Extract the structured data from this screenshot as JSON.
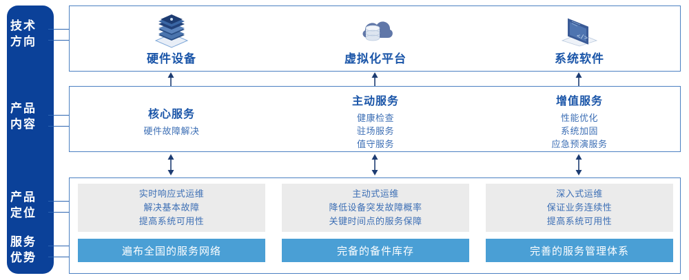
{
  "sidebar": {
    "bg_color": "#0b4199",
    "items": [
      {
        "name": "tech-direction",
        "line1": "技术",
        "line2": "方向"
      },
      {
        "name": "product-content",
        "line1": "产品",
        "line2": "内容"
      },
      {
        "name": "product-position",
        "line1": "产品",
        "line2": "定位"
      },
      {
        "name": "service-advantage",
        "line1": "服务",
        "line2": "优势"
      }
    ]
  },
  "colors": {
    "brand_blue": "#0b4199",
    "panel_border": "#4a7fc1",
    "title_blue": "#1a55a8",
    "text_blue": "#3d6fb5",
    "bar_blue": "#4a9fd5",
    "gray_box": "#ebebeb"
  },
  "tech_directions": {
    "columns": [
      {
        "icon": "server-stack-icon",
        "label": "硬件设备"
      },
      {
        "icon": "cloud-database-icon",
        "label": "虚拟化平台"
      },
      {
        "icon": "laptop-code-icon",
        "label": "系统软件"
      }
    ]
  },
  "product_content": {
    "columns": [
      {
        "title": "核心服务",
        "items": [
          "硬件故障解决"
        ]
      },
      {
        "title": "主动服务",
        "items": [
          "健康检查",
          "驻场服务",
          "值守服务"
        ]
      },
      {
        "title": "增值服务",
        "items": [
          "性能优化",
          "系统加固",
          "应急预演服务"
        ]
      }
    ]
  },
  "product_positioning": {
    "columns": [
      {
        "items": [
          "实时响应式运维",
          "解决基本故障",
          "提高系统可用性"
        ],
        "advantage": "遍布全国的服务网络"
      },
      {
        "items": [
          "主动式运维",
          "降低设备突发故障概率",
          "关键时间点的服务保障"
        ],
        "advantage": "完备的备件库存"
      },
      {
        "items": [
          "深入式运维",
          "保证业务连续性",
          "提高系统可用性"
        ],
        "advantage": "完善的服务管理体系"
      }
    ]
  }
}
